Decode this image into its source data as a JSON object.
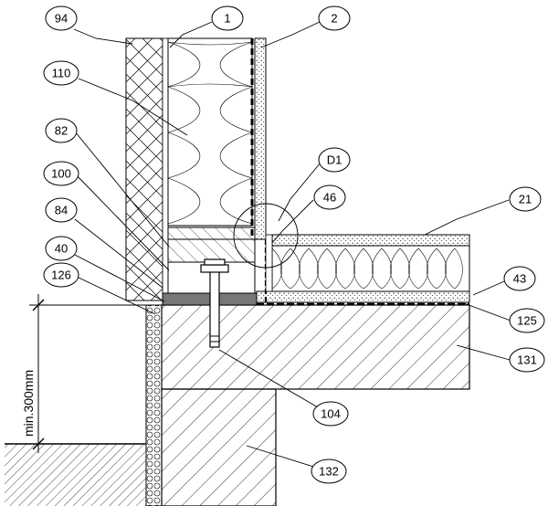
{
  "callouts": [
    {
      "id": "94",
      "text": "94"
    },
    {
      "id": "1",
      "text": "1"
    },
    {
      "id": "2",
      "text": "2"
    },
    {
      "id": "110",
      "text": "110"
    },
    {
      "id": "82",
      "text": "82"
    },
    {
      "id": "100",
      "text": "100"
    },
    {
      "id": "84",
      "text": "84"
    },
    {
      "id": "40",
      "text": "40"
    },
    {
      "id": "126",
      "text": "126"
    },
    {
      "id": "D1",
      "text": "D1"
    },
    {
      "id": "46",
      "text": "46"
    },
    {
      "id": "21",
      "text": "21"
    },
    {
      "id": "43",
      "text": "43"
    },
    {
      "id": "125",
      "text": "125"
    },
    {
      "id": "131",
      "text": "131"
    },
    {
      "id": "104",
      "text": "104"
    },
    {
      "id": "132",
      "text": "132"
    }
  ],
  "dimension": {
    "text": "min.300mm"
  }
}
